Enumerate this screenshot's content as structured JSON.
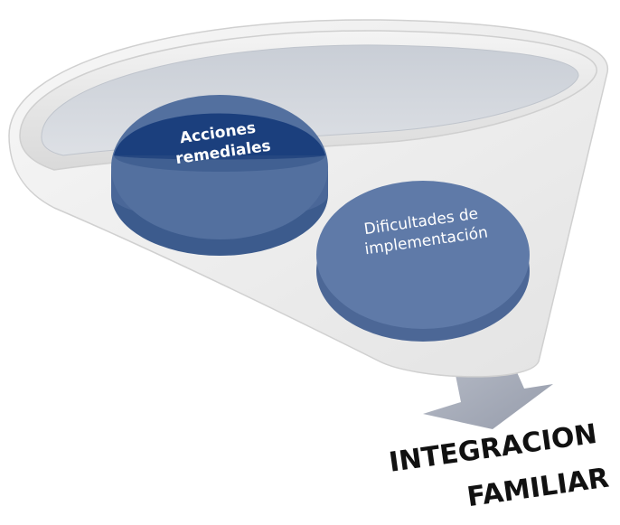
{
  "funnel": {
    "inputs": [
      {
        "lines": [
          "Acciones",
          "remediales"
        ]
      },
      {
        "lines": [
          "Dificultades de",
          "implementación"
        ]
      }
    ],
    "output": {
      "lines": [
        "INTEGRACION",
        "FAMILIAR"
      ]
    }
  },
  "colors": {
    "funnel_rim": "#e6e6e6",
    "funnel_inner": "#cfd3d9",
    "circle_dark": "#1b3f7d",
    "circle_mid": "#4f6a99",
    "circle_light": "#5f7aa8",
    "arrow": "#a7adbb",
    "output_text": "#111111"
  }
}
